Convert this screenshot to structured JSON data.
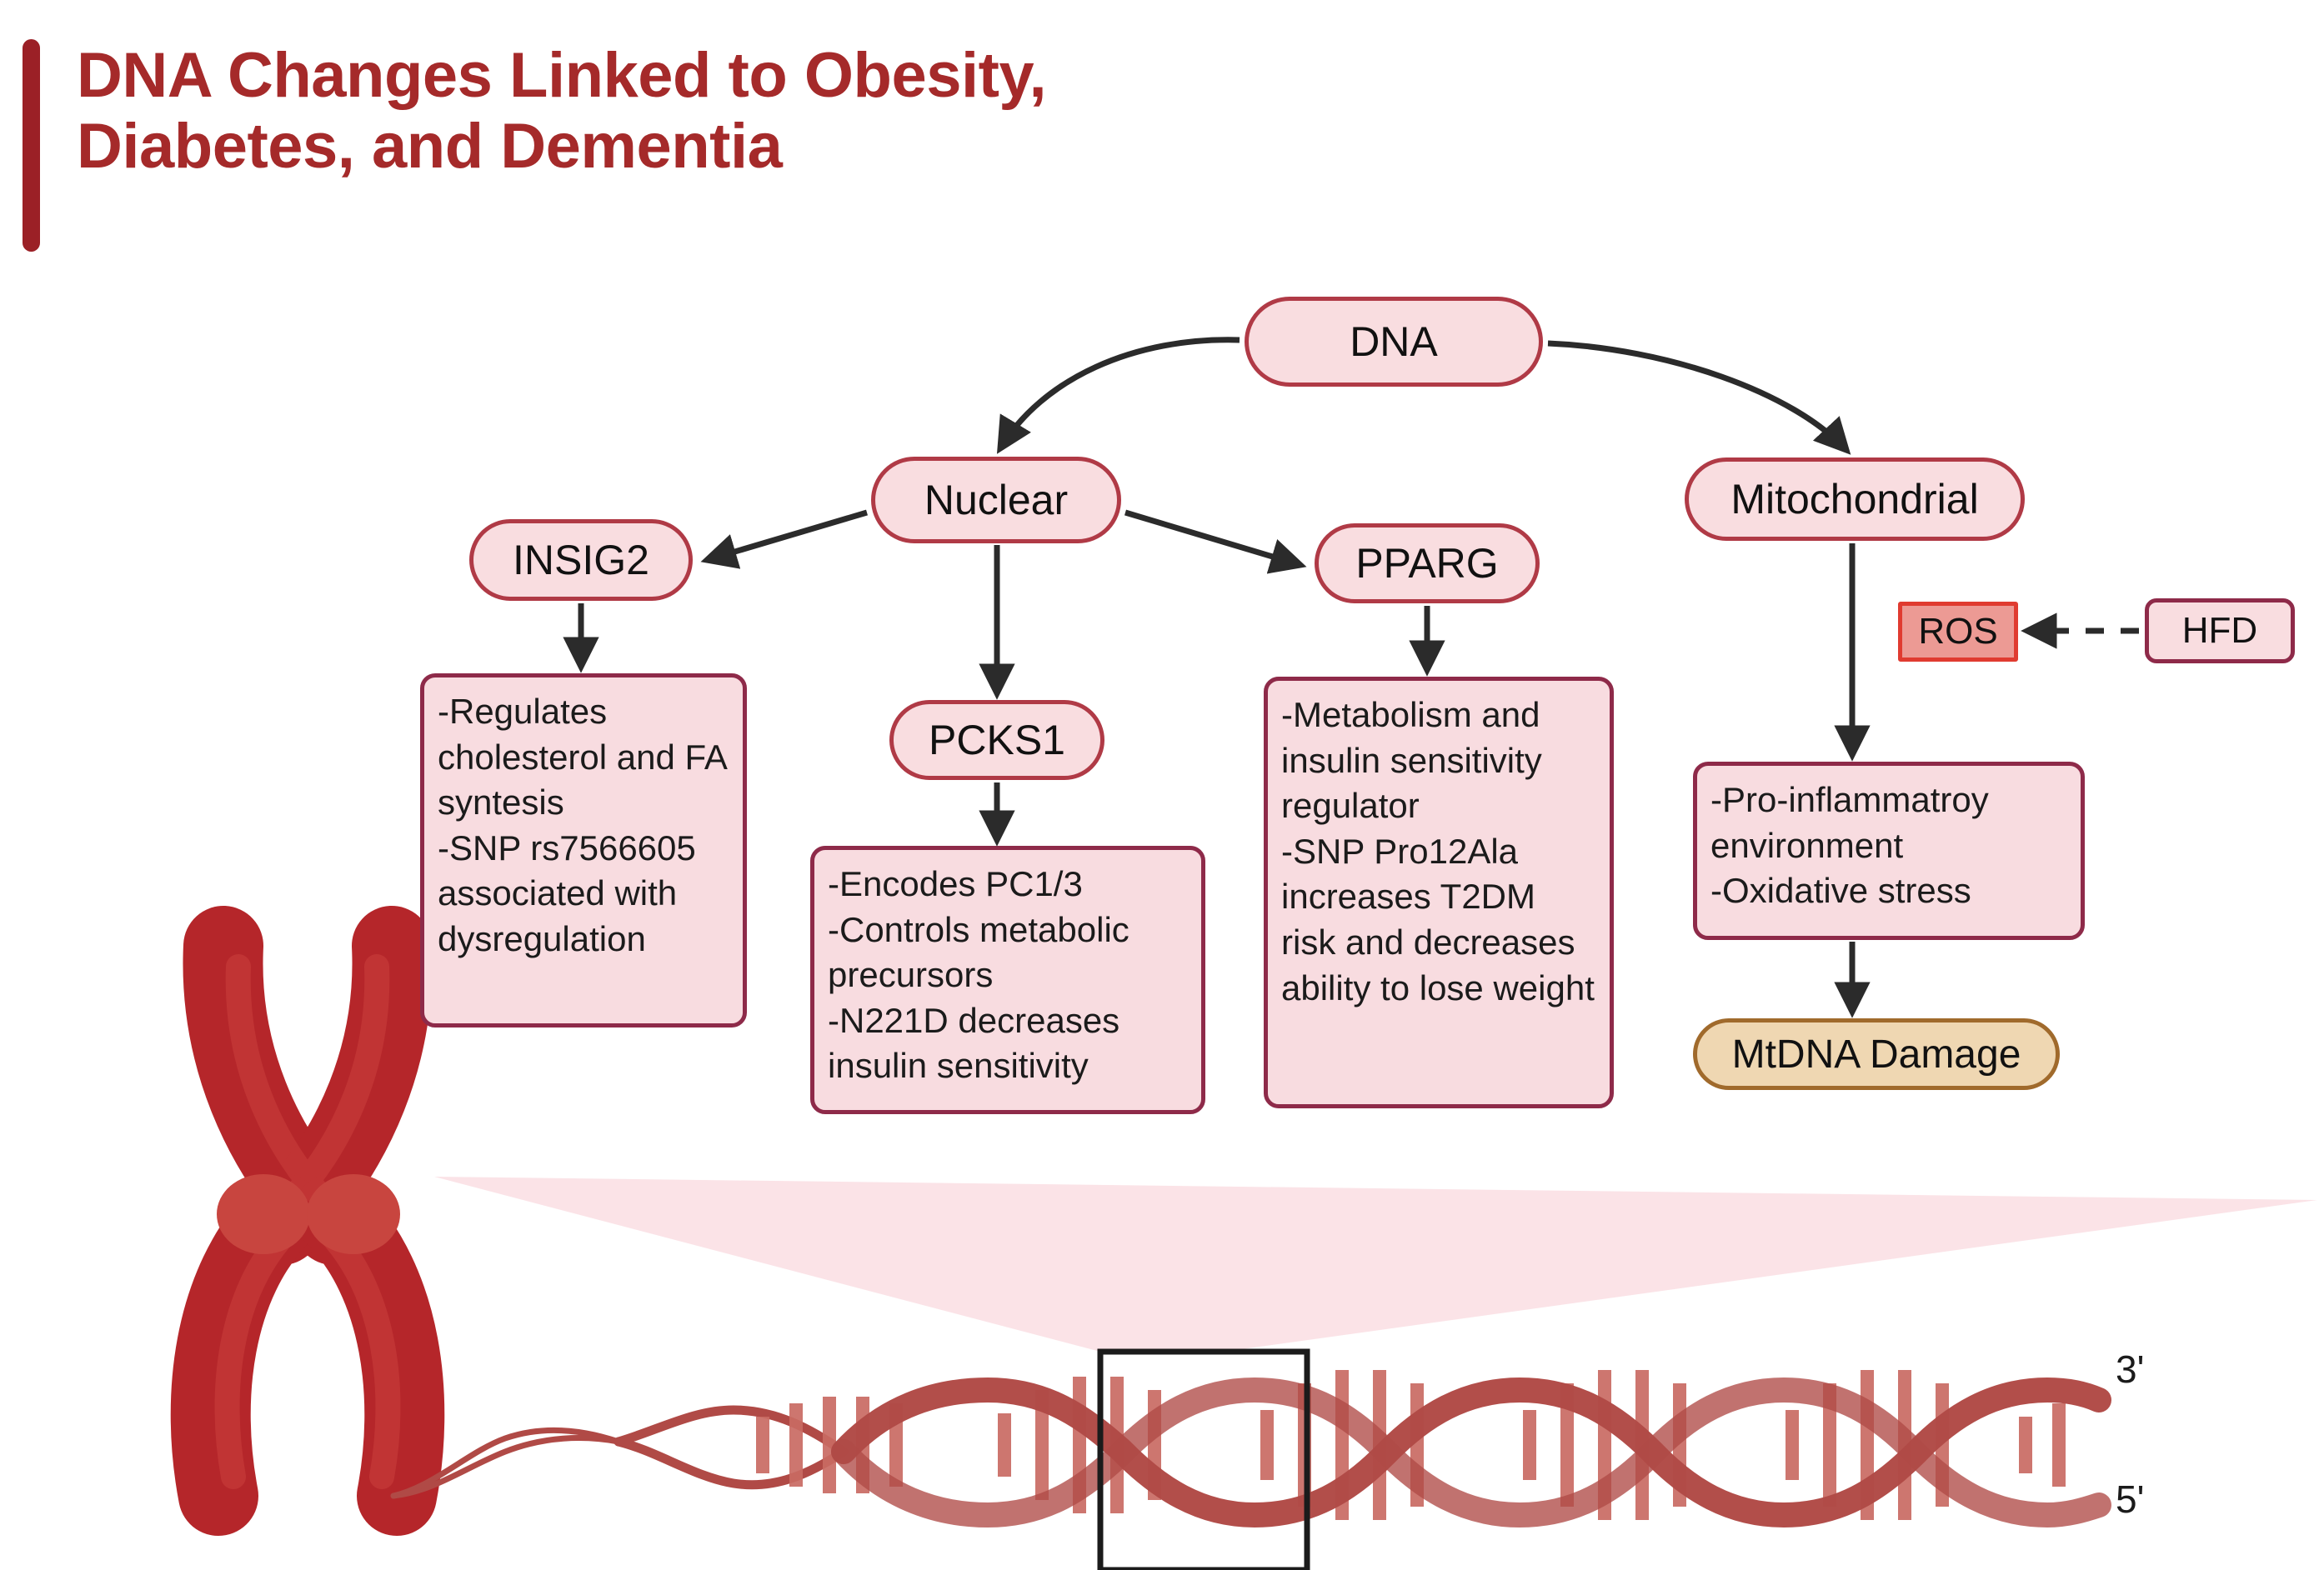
{
  "title": {
    "text": "DNA Changes Linked to Obesity,\nDiabetes, and Dementia",
    "accent_color": "#9B2026",
    "text_color": "#A52A2A"
  },
  "colors": {
    "node_fill": "#F9DDE0",
    "node_border": "#B03A46",
    "textbox_border": "#8E2A49",
    "ros_fill": "#EC9A94",
    "ros_border": "#E03B30",
    "mtdna_fill": "#EFD7B2",
    "mtdna_border": "#A06A2C",
    "chromosome": "#B5262A",
    "helix": "#B04A46",
    "cone": "#FBE3E7",
    "edge": "#2b2b2b"
  },
  "flow": {
    "root": {
      "label": "DNA"
    },
    "branches": [
      {
        "label": "Nuclear"
      },
      {
        "label": "Mitochondrial"
      }
    ],
    "genes": [
      {
        "label": "INSIG2"
      },
      {
        "label": "PCKS1"
      },
      {
        "label": "PPARG"
      }
    ],
    "modifiers": [
      {
        "label": "ROS"
      },
      {
        "label": "HFD"
      }
    ],
    "outcome": {
      "label": "MtDNA Damage"
    },
    "details": [
      {
        "for": "INSIG2",
        "text": "-Regulates cholesterol and FA syntesis\n-SNP rs7566605 associated with dysregulation"
      },
      {
        "for": "PCKS1",
        "text": "-Encodes PC1/3\n-Controls metabolic precursors\n-N221D decreases insulin sensitivity"
      },
      {
        "for": "PPARG",
        "text": "-Metabolism and insulin sensitivity regulator\n-SNP Pro12Ala increases T2DM risk and decreases ability to lose weight"
      },
      {
        "for": "Mitochondrial",
        "text": "-Pro-inflammatroy environment\n-Oxidative stress"
      }
    ]
  },
  "helix": {
    "label_3prime": "3'",
    "label_5prime": "5'"
  }
}
